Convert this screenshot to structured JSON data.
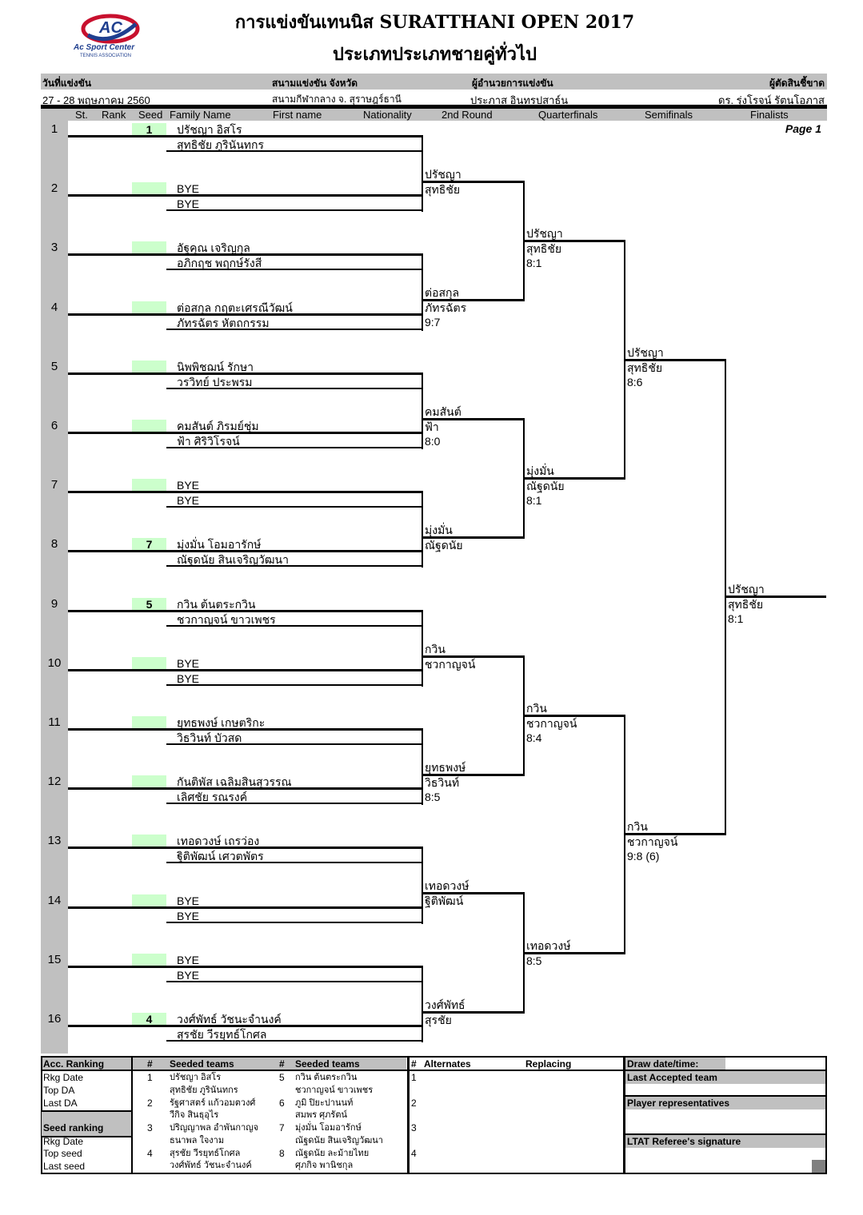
{
  "header": {
    "title": "การแข่งขันเทนนิส SURATTHANI OPEN 2017",
    "subtitle": "ประเภทประเภทชายคู่ทั่วไป",
    "logo_text": "AC",
    "logo_name": "Ac Sport Center",
    "logo_sub": "TENNIS ASSOCIATION"
  },
  "info": {
    "labels": [
      "วันที่แข่งขัน",
      "สนามแข่งขัน จังหวัด",
      "ผู้อำนวยการแข่งขัน",
      "ผู้ตัดสินชี้ขาด"
    ],
    "values": [
      "27 - 28  พฤษภาคม  2560",
      "สนามกีฬากลาง จ. สุราษฎร์ธานี",
      "ประภาส  อินทรปสาธ์น",
      "ดร. รุ่งโรจน์   รัตนโอภาส"
    ]
  },
  "columns": [
    "St.",
    "Rank",
    "Seed",
    "Family Name",
    "First name",
    "Nationality",
    "2nd Round",
    "Quarterfinals",
    "Semifinals",
    "Finalists"
  ],
  "page_label": "Page 1",
  "draw": [
    {
      "n": "1",
      "seed": "1",
      "p1": "ปรัชญา  อิสโร",
      "p2": "สุทธิชัย   ภูรินันทกร"
    },
    {
      "n": "2",
      "seed": "",
      "p1": "BYE",
      "p2": "BYE"
    },
    {
      "n": "3",
      "seed": "",
      "p1": "อัฐคุณ  เจริญกุล",
      "p2": "อภิกฤช  พฤกษ์รังสี"
    },
    {
      "n": "4",
      "seed": "",
      "p1": "ต่อสกุล  กฤตะเศรณีวัฒน์",
      "p2": "ภัทรฉัตร  หัตถกรรม"
    },
    {
      "n": "5",
      "seed": "",
      "p1": "นิพพิชฌน์  รักษา",
      "p2": "วรวิทย์  ประพรม"
    },
    {
      "n": "6",
      "seed": "",
      "p1": "คมสันต์  ภิรมย์ชุ่ม",
      "p2": "ฟ้า  ศิริวิโรจน์"
    },
    {
      "n": "7",
      "seed": "",
      "p1": "BYE",
      "p2": "BYE"
    },
    {
      "n": "8",
      "seed": "7",
      "p1": "มุ่งมั่น  โอมอารักษ์",
      "p2": "ณัฐดนัย  สินเจริญวัฒนา"
    },
    {
      "n": "9",
      "seed": "5",
      "p1": "กวิน  ต้นตระกวิน",
      "p2": "ชวกาญจน์   ขาวเพชร"
    },
    {
      "n": "10",
      "seed": "",
      "p1": "BYE",
      "p2": "BYE"
    },
    {
      "n": "11",
      "seed": "",
      "p1": "ยุทธพงษ์  เกษตริกะ",
      "p2": "วิธวินท์  บัวสด"
    },
    {
      "n": "12",
      "seed": "",
      "p1": "กันติพัส  เฉลิมสินสุวรรณ",
      "p2": "เลิศชัย  รณรงค์"
    },
    {
      "n": "13",
      "seed": "",
      "p1": "เทอดวงษ์  เถรว่อง",
      "p2": "ฐิติพัฒน์  เศวตพัตร"
    },
    {
      "n": "14",
      "seed": "",
      "p1": "BYE",
      "p2": "BYE"
    },
    {
      "n": "15",
      "seed": "",
      "p1": "BYE",
      "p2": "BYE"
    },
    {
      "n": "16",
      "seed": "4",
      "p1": "วงศ์พัทธ์  วัชนะจำนงค์",
      "p2": "สุรชัย   วีรยุทธ์โกศล"
    }
  ],
  "round2": [
    {
      "a": "ปรัชญา",
      "b": "สุทธิชัย",
      "s": ""
    },
    {
      "a": "ต่อสกุล",
      "b": "ภัทรฉัตร",
      "s": "9:7"
    },
    {
      "a": "คมสันต์",
      "b": "ฟ้า",
      "s": "8:0"
    },
    {
      "a": "มุ่งมั่น",
      "b": "ณัฐดนัย",
      "s": ""
    },
    {
      "a": "กวิน",
      "b": "ชวกาญจน์",
      "s": ""
    },
    {
      "a": "ยุทธพงษ์",
      "b": "วิธวินท์",
      "s": "8:5"
    },
    {
      "a": "เทอดวงษ์",
      "b": "ฐิติพัฒน์",
      "s": ""
    },
    {
      "a": "วงศ์พัทธ์",
      "b": "สุรชัย",
      "s": ""
    }
  ],
  "quarterfinals": [
    {
      "a": "ปรัชญา",
      "b": "สุทธิชัย",
      "s": "8:1"
    },
    {
      "a": "มุ่งมั่น",
      "b": "ณัฐดนัย",
      "s": "8:1"
    },
    {
      "a": "กวิน",
      "b": "ชวกาญจน์",
      "s": "8:4"
    },
    {
      "a": "เทอดวงษ์",
      "b": "8:5",
      "s": ""
    }
  ],
  "semifinals": [
    {
      "a": "ปรัชญา",
      "b": "สุทธิชัย",
      "s": "8:6"
    },
    {
      "a": "กวิน",
      "b": "ชวกาญจน์",
      "s": "9:8 (6)"
    }
  ],
  "final": [
    {
      "a": "ปรัชญา",
      "b": "สุทธิชัย",
      "s": "8:1"
    }
  ],
  "footer": {
    "acc_ranking": "Acc. Ranking",
    "acc_rows": [
      "Rkg Date",
      "Top DA",
      "Last DA"
    ],
    "seed_ranking": "Seed ranking",
    "seed_rows": [
      "Rkg Date",
      "Top seed",
      "Last seed"
    ],
    "hash": "#",
    "seeded_teams": "Seeded teams",
    "seeds_left": [
      {
        "n": "1",
        "a": "ปรัชญา  อิสโร",
        "b": "สุทธิชัย   ภูรินันทกร"
      },
      {
        "n": "2",
        "a": "รัฐศาสตร์  แก้วอมตวงศ์",
        "b": "วีกิจ  สินธุอุไร"
      },
      {
        "n": "3",
        "a": "ปริญญาพล  อำพันกาญจ",
        "b": "ธนาพล  ใจงาม"
      },
      {
        "n": "4",
        "a": "สุรชัย   วีรยุทธ์โกศล",
        "b": "วงศ์พัทธ์  วัชนะจำนงค์"
      }
    ],
    "seeds_right": [
      {
        "n": "5",
        "a": "กวิน  ต้นตระกวิน",
        "b": "ชวกาญจน์  ขาวเพชร"
      },
      {
        "n": "6",
        "a": "ภูมิ  ปิยะปานนท์",
        "b": "สมพร  ศุภรัตน์"
      },
      {
        "n": "7",
        "a": "มุ่งมั่น  โอมอารักษ์",
        "b": "ณัฐดนัย  สินเจริญวัฒนา"
      },
      {
        "n": "8",
        "a": "ณัฐดนัย  ละม้ายไทย",
        "b": "ศุภกิจ  พานิชกุล"
      }
    ],
    "alternates": "Alternates",
    "replacing": "Replacing",
    "alt_nums": [
      "1",
      "2",
      "3",
      "4"
    ],
    "draw_datetime": "Draw date/time:",
    "last_accepted": "Last Accepted team",
    "player_reps": "Player representatives",
    "referee_sig": "LTAT Referee's signature"
  }
}
